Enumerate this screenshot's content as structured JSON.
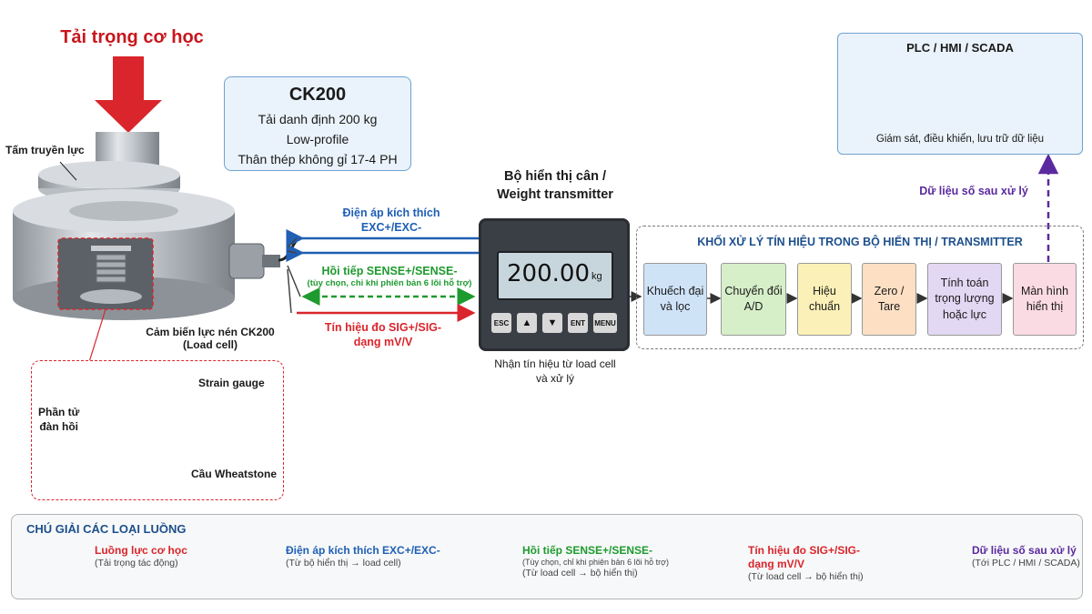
{
  "load_title": "Tải trọng cơ học",
  "spec": {
    "model": "CK200",
    "lines": [
      "Tải danh định 200 kg",
      "Low-profile",
      "Thân thép không gỉ 17-4 PH"
    ]
  },
  "plc": {
    "title": "PLC / HMI / SCADA",
    "caption": "Giám sát, điều khiển, lưu trữ dữ liệu"
  },
  "digital_label": "Dữ liệu số sau xử lý",
  "transmitter": {
    "title_line1": "Bộ hiển thị cân /",
    "title_line2": "Weight transmitter",
    "value": "200.00",
    "unit": "kg",
    "buttons": [
      "ESC",
      "▲",
      "▼",
      "ENT",
      "MENU"
    ],
    "caption_line1": "Nhận tín hiệu từ load cell",
    "caption_line2": "và xử lý"
  },
  "processing": {
    "title": "KHỐI XỬ LÝ TÍN HIỆU TRONG BỘ HIỂN THỊ / TRANSMITTER",
    "blocks": [
      {
        "label": "Khuếch đại\nvà lọc",
        "color": "#cfe3f7"
      },
      {
        "label": "Chuyển đổi\nA/D",
        "color": "#d7efc9"
      },
      {
        "label": "Hiệu\nchuẩn",
        "color": "#fbf1b8"
      },
      {
        "label": "Zero /\nTare",
        "color": "#fde0c4"
      },
      {
        "label": "Tính toán\ntrọng lượng\nhoặc lực",
        "color": "#e3d8f3"
      },
      {
        "label": "Màn hình\nhiển thị",
        "color": "#fbdbe3"
      }
    ]
  },
  "wires": {
    "exc_line1": "Điện áp kích thích",
    "exc_line2": "EXC+/EXC-",
    "sense_line1": "Hồi tiếp SENSE+/SENSE-",
    "sense_line2": "(tùy chọn, chỉ khi phiên bản 6 lõi hỗ trợ)",
    "sig_line1": "Tín hiệu đo SIG+/SIG-",
    "sig_line2": "dạng mV/V"
  },
  "load_cell": {
    "plate_label": "Tấm truyền lực",
    "name_line1": "Cảm biến lực nén CK200",
    "name_line2": "(Load cell)",
    "elastic_line1": "Phần tử",
    "elastic_line2": "đàn hồi",
    "strain_gauge": "Strain gauge",
    "bridge": "Cầu Wheatstone"
  },
  "legend": {
    "title": "CHÚ GIẢI CÁC LOẠI LUỒNG",
    "items": [
      {
        "label": "Luồng lực cơ học",
        "sub": "(Tải trọng tác động)",
        "color": "#d9252b",
        "style": "solid"
      },
      {
        "label": "Điện áp kích thích EXC+/EXC-",
        "sub": "(Từ bộ hiển thị → load cell)",
        "color": "#1f5fb4",
        "style": "solid"
      },
      {
        "label": "Hồi tiếp SENSE+/SENSE-",
        "sub": "(Tùy chọn, chỉ khi phiên bản 6 lõi hỗ trợ)",
        "sub2": "(Từ load cell → bộ hiển thị)",
        "color": "#1e9a2e",
        "style": "dashed"
      },
      {
        "label": "Tín hiệu đo SIG+/SIG-\ndạng mV/V",
        "sub": "(Từ load cell → bộ hiển thị)",
        "color": "#d9252b",
        "style": "solid"
      },
      {
        "label": "Dữ liệu số sau xử lý",
        "sub": "(Tới PLC / HMI / SCADA)",
        "color": "#5b2a9e",
        "style": "dashed"
      }
    ]
  }
}
